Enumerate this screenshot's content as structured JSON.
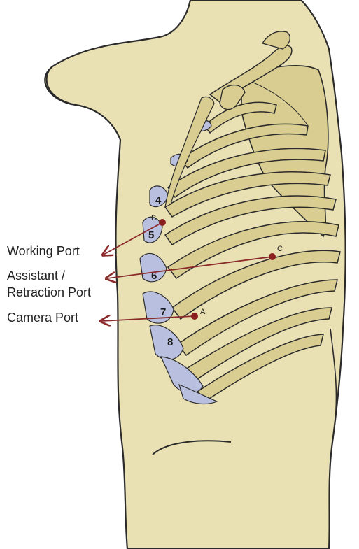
{
  "ports": [
    {
      "id": "working",
      "line1": "Working Port",
      "line2": ""
    },
    {
      "id": "assistant",
      "line1": "Assistant /",
      "line2": "Retraction Port"
    },
    {
      "id": "camera",
      "line1": "Camera Port",
      "line2": ""
    }
  ],
  "port_points": {
    "a": "A",
    "b": "B",
    "c": "C"
  },
  "rib_numbers": [
    "4",
    "5",
    "6",
    "7",
    "8"
  ],
  "colors": {
    "skin": "#e9e0b4",
    "bone": "#d9cd92",
    "cartilage": "#b9bfde",
    "outline": "#2b2b2b",
    "arrow": "#8a2a2a",
    "port_dot": "#8b1f1f"
  }
}
